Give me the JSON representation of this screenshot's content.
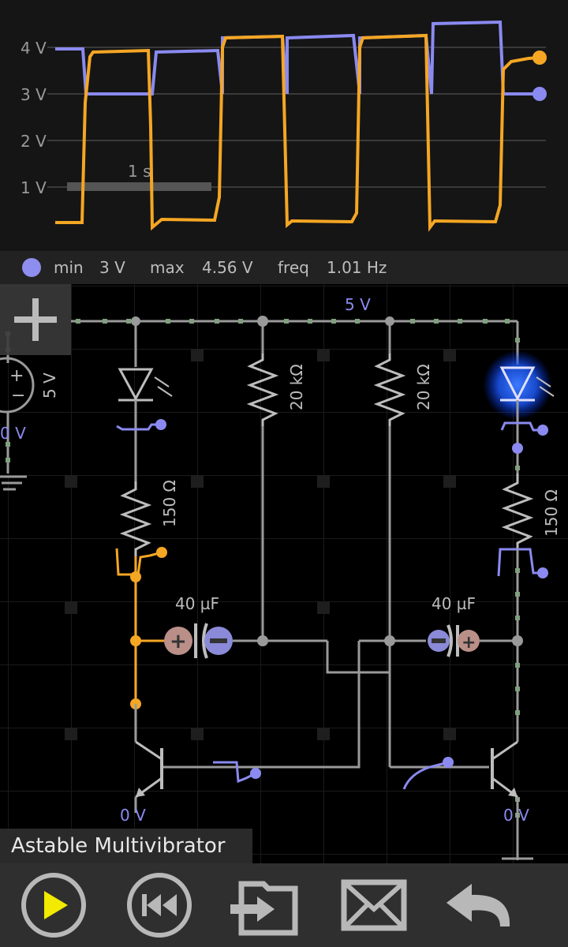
{
  "scope": {
    "y_axis_labels": [
      "4 V",
      "3 V",
      "2 V",
      "1 V"
    ],
    "time_scale_label": "1 s",
    "colors": {
      "trace_orange": "#f5a623",
      "trace_blue": "#8a8af0",
      "grid": "#3a3a3a"
    }
  },
  "measurement": {
    "min_label": "min",
    "min_value": "3 V",
    "max_label": "max",
    "max_value": "4.56 V",
    "freq_label": "freq",
    "freq_value": "1.01 Hz"
  },
  "circuit": {
    "supply_rail_label": "5 V",
    "battery_label": "5 V",
    "battery_bottom_label": "0 V",
    "resistor_left_label": "150 Ω",
    "resistor_mid_left_label": "20 kΩ",
    "resistor_mid_right_label": "20 kΩ",
    "resistor_right_label": "150 Ω",
    "capacitor_left_label": "40 µF",
    "capacitor_right_label": "40 µF",
    "ground_left_label": "0 V",
    "ground_right_label": "0 V",
    "title": "Astable Multivibrator"
  },
  "toolbar": {
    "icons": [
      "play-icon",
      "rewind-icon",
      "import-icon",
      "email-icon",
      "undo-icon"
    ]
  }
}
